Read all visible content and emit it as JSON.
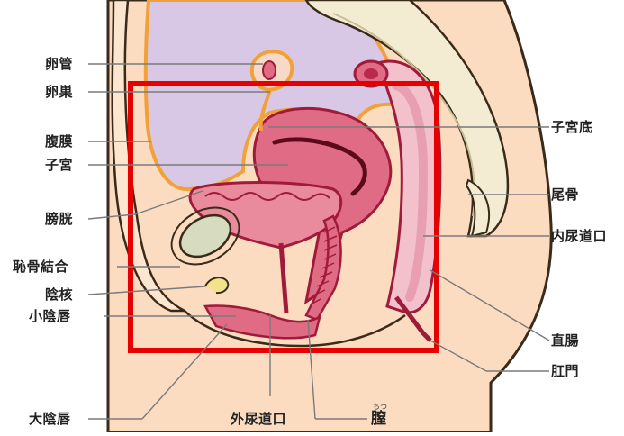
{
  "labels_left": {
    "fallopian_tube": "卵管",
    "ovary": "卵巣",
    "peritoneum": "腹膜",
    "uterus": "子宮",
    "bladder": "膀胱",
    "pubic_symphysis": "恥骨結合",
    "clitoris": "陰核",
    "labia_minora": "小陰唇"
  },
  "labels_right": {
    "uterine_fundus": "子宮底",
    "coccyx": "尾骨",
    "internal_urethral_orifice": "内尿道口",
    "rectum": "直腸",
    "anus": "肛門"
  },
  "labels_bottom": {
    "labia_majora": "大陰唇",
    "external_urethral_orifice": "外尿道口",
    "vagina": "膣",
    "vagina_reading": "ちつ"
  },
  "colors": {
    "skin": "#fbdcc1",
    "body_outline": "#3a2a1a",
    "peritoneum": "#f0a13a",
    "cavity": "#d8c8e6",
    "uterus": "#e06b84",
    "bone": "#f3ecd2",
    "rectum": "#f2c1cc",
    "highlight_box": "#e60000"
  }
}
